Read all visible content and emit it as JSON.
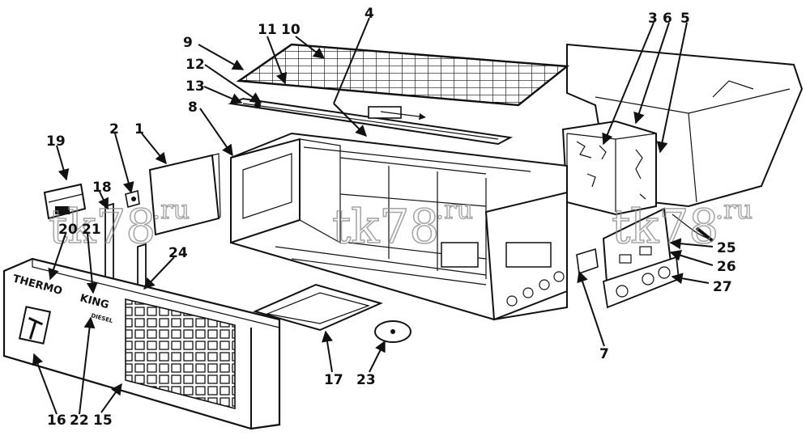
{
  "callouts": {
    "c1": "1",
    "c2": "2",
    "c3": "3",
    "c4": "4",
    "c5": "5",
    "c6": "6",
    "c7": "7",
    "c8": "8",
    "c9": "9",
    "c10": "10",
    "c11": "11",
    "c12": "12",
    "c13": "13",
    "c15": "15",
    "c16": "16",
    "c17": "17",
    "c18": "18",
    "c19": "19",
    "c20": "20",
    "c21": "21",
    "c22": "22",
    "c23": "23",
    "c24": "24",
    "c25": "25",
    "c26": "26",
    "c27": "27"
  },
  "labels": {
    "brand_thermo": "THERMO",
    "brand_king": "KING",
    "brand_diesel": "DIESEL"
  },
  "watermark": {
    "main": "tk78",
    "suffix": ".ru"
  },
  "colors": {
    "line": "#111111",
    "background": "#ffffff",
    "watermark": "#8a8a8a"
  }
}
